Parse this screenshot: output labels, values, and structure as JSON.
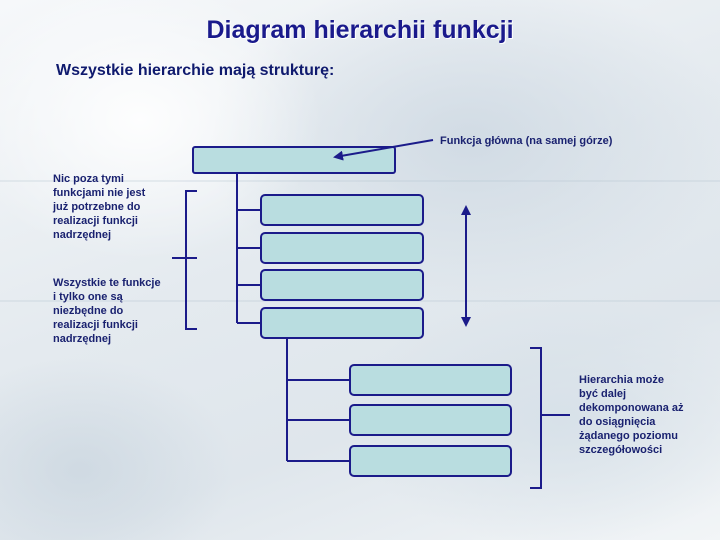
{
  "title": "Diagram hierarchii funkcji",
  "subtitle": "Wszystkie hierarchie mają strukturę:",
  "annotations": {
    "top_function": "Funkcja główna (na samej górze)",
    "unnecessary": "Nic poza tymi\nfunkcjami nie jest\njuż potrzebne do\nrealizacji funkcji\nnadrzędnej",
    "necessary": "Wszystkie te funkcje\ni tylko one są\nniezbędne do\nrealizacji funkcji\nnadrzędnej",
    "decomposition": "Hierarchia może\nbyć dalej\ndekomponowana aż\ndo osiągnięcia\nżądanego poziomu\nszczegółowości"
  },
  "colors": {
    "box_fill": "#b9dde0",
    "box_stroke": "#1b1b8a",
    "line": "#1b1b8a",
    "title": "#1a1a8c"
  }
}
